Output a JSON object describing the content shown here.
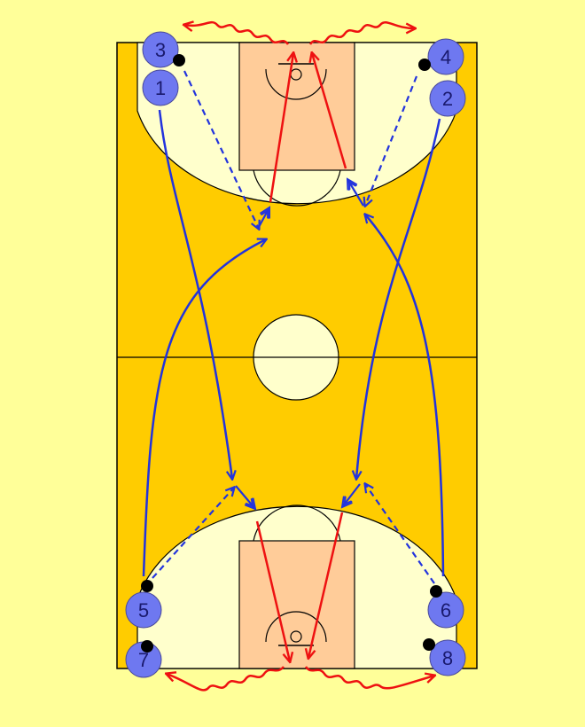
{
  "colors": {
    "background": "#FFFF99",
    "court": "#FFCC00",
    "key_area": "#FFFFCC",
    "paint": "#FFCC99",
    "player_fill": "#6E78F0",
    "player_movement": "#2233DD",
    "ball_movement": "#EE1111",
    "ball": "#000000"
  },
  "players": [
    {
      "label": "3",
      "has_ball": true
    },
    {
      "label": "1",
      "has_ball": false
    },
    {
      "label": "4",
      "has_ball": true
    },
    {
      "label": "2",
      "has_ball": false
    },
    {
      "label": "5",
      "has_ball": true
    },
    {
      "label": "7",
      "has_ball": true
    },
    {
      "label": "6",
      "has_ball": true
    },
    {
      "label": "8",
      "has_ball": true
    }
  ]
}
